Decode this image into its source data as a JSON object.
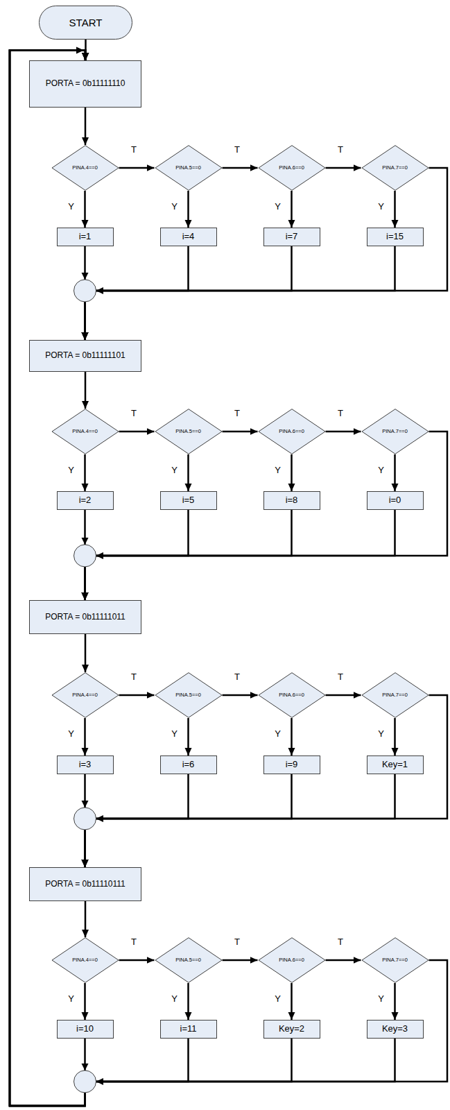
{
  "diagram": {
    "nodes": [
      {
        "text": [
          "START"
        ]
      },
      {
        "text": [
          "PORTA = 0b11111110"
        ]
      },
      {
        "text": [
          "PINA.4==0"
        ]
      },
      {
        "text": [
          "PINA.5==0"
        ]
      },
      {
        "text": [
          "PINA.6==0"
        ]
      },
      {
        "text": [
          "PINA.7==0"
        ]
      },
      {
        "text": [
          "i=1"
        ]
      },
      {
        "text": [
          "i=4"
        ]
      },
      {
        "text": [
          "i=7"
        ]
      },
      {
        "text": [
          "i=15"
        ]
      },
      {
        "text": [
          "PORTA = 0b11111101"
        ]
      },
      {
        "text": [
          "PINA.4==0"
        ]
      },
      {
        "text": [
          "PINA.5==0"
        ]
      },
      {
        "text": [
          "PINA.6==0"
        ]
      },
      {
        "text": [
          "PINA.7==0"
        ]
      },
      {
        "text": [
          "i=2"
        ]
      },
      {
        "text": [
          "i=5"
        ]
      },
      {
        "text": [
          "i=8"
        ]
      },
      {
        "text": [
          "i=0"
        ]
      },
      {
        "text": [
          "PORTA = 0b11111011"
        ]
      },
      {
        "text": [
          "PINA.4==0"
        ]
      },
      {
        "text": [
          "PINA.5==0"
        ]
      },
      {
        "text": [
          "PINA.6==0"
        ]
      },
      {
        "text": [
          "PINA.7==0"
        ]
      },
      {
        "text": [
          "i=3"
        ]
      },
      {
        "text": [
          "i=6"
        ]
      },
      {
        "text": [
          "i=9"
        ]
      },
      {
        "text": [
          "Key=1"
        ]
      },
      {
        "text": [
          "PORTA = 0b11110111"
        ]
      },
      {
        "text": [
          "PINA.4==0"
        ]
      },
      {
        "text": [
          "PINA.5==0"
        ]
      },
      {
        "text": [
          "PINA.6==0"
        ]
      },
      {
        "text": [
          "PINA.7==0"
        ]
      },
      {
        "text": [
          "i=10"
        ]
      },
      {
        "text": [
          "i=11"
        ]
      },
      {
        "text": [
          "Key=2"
        ]
      },
      {
        "text": [
          "Key=3"
        ]
      }
    ],
    "edges": [
      {
        "from": 0,
        "to": 1,
        "arrow": "to"
      },
      {
        "from": 1,
        "to": 2,
        "arrow": "to"
      },
      {
        "from": 2,
        "to": 3,
        "label": "T",
        "arrow": "to"
      },
      {
        "from": 3,
        "to": 4,
        "label": "T",
        "arrow": "to"
      },
      {
        "from": 4,
        "to": 5,
        "label": "T",
        "arrow": "to"
      },
      {
        "from": 2,
        "to": 6,
        "label": "Y",
        "arrow": "to"
      },
      {
        "from": 3,
        "to": 7,
        "label": "Y",
        "arrow": "to"
      },
      {
        "from": 4,
        "to": 8,
        "label": "Y",
        "arrow": "to"
      },
      {
        "from": 5,
        "to": 9,
        "label": "Y",
        "arrow": "to"
      },
      {
        "from": 6,
        "to": 10,
        "arrow": "to"
      },
      {
        "from": 7,
        "to": 10,
        "arrow": "to"
      },
      {
        "from": 8,
        "to": 10,
        "arrow": "to"
      },
      {
        "from": 9,
        "to": 10,
        "arrow": "to"
      },
      {
        "from": 5,
        "to": 10,
        "arrow": "to"
      },
      {
        "from": 10,
        "to": 11,
        "arrow": "to"
      },
      {
        "from": 11,
        "to": 12,
        "label": "T",
        "arrow": "to"
      },
      {
        "from": 12,
        "to": 13,
        "label": "T",
        "arrow": "to"
      },
      {
        "from": 13,
        "to": 14,
        "label": "T",
        "arrow": "to"
      },
      {
        "from": 11,
        "to": 15,
        "label": "Y",
        "arrow": "to"
      },
      {
        "from": 12,
        "to": 16,
        "label": "Y",
        "arrow": "to"
      },
      {
        "from": 13,
        "to": 17,
        "label": "Y",
        "arrow": "to"
      },
      {
        "from": 14,
        "to": 18,
        "label": "Y",
        "arrow": "to"
      },
      {
        "from": 15,
        "to": 19,
        "arrow": "to"
      },
      {
        "from": 16,
        "to": 19,
        "arrow": "to"
      },
      {
        "from": 17,
        "to": 19,
        "arrow": "to"
      },
      {
        "from": 18,
        "to": 19,
        "arrow": "to"
      },
      {
        "from": 14,
        "to": 19,
        "arrow": "to"
      },
      {
        "from": 19,
        "to": 20,
        "arrow": "to"
      },
      {
        "from": 20,
        "to": 21,
        "label": "T",
        "arrow": "to"
      },
      {
        "from": 21,
        "to": 22,
        "label": "T",
        "arrow": "to"
      },
      {
        "from": 22,
        "to": 23,
        "label": "T",
        "arrow": "to"
      },
      {
        "from": 20,
        "to": 24,
        "label": "Y",
        "arrow": "to"
      },
      {
        "from": 21,
        "to": 25,
        "label": "Y",
        "arrow": "to"
      },
      {
        "from": 22,
        "to": 26,
        "label": "Y",
        "arrow": "to"
      },
      {
        "from": 23,
        "to": 27,
        "label": "Y",
        "arrow": "to"
      },
      {
        "from": 24,
        "to": 28,
        "arrow": "to"
      },
      {
        "from": 25,
        "to": 28,
        "arrow": "to"
      },
      {
        "from": 26,
        "to": 28,
        "arrow": "to"
      },
      {
        "from": 27,
        "to": 28,
        "arrow": "to"
      },
      {
        "from": 23,
        "to": 28,
        "arrow": "to"
      },
      {
        "from": 28,
        "to": 29,
        "arrow": "to"
      },
      {
        "from": 29,
        "to": 30,
        "label": "T",
        "arrow": "to"
      },
      {
        "from": 30,
        "to": 31,
        "label": "T",
        "arrow": "to"
      },
      {
        "from": 31,
        "to": 32,
        "label": "T",
        "arrow": "to"
      },
      {
        "from": 29,
        "to": 33,
        "label": "Y",
        "arrow": "to"
      },
      {
        "from": 30,
        "to": 34,
        "label": "Y",
        "arrow": "to"
      },
      {
        "from": 31,
        "to": 35,
        "label": "Y",
        "arrow": "to"
      },
      {
        "from": 32,
        "to": 36,
        "label": "Y",
        "arrow": "to"
      },
      {
        "from": 33,
        "to": 1,
        "arrow": "to"
      },
      {
        "from": 34,
        "to": 1,
        "arrow": "to"
      },
      {
        "from": 35,
        "to": 1,
        "arrow": "to"
      },
      {
        "from": 36,
        "to": 1,
        "arrow": "to"
      },
      {
        "from": 32,
        "to": 1,
        "arrow": "to"
      }
    ]
  }
}
